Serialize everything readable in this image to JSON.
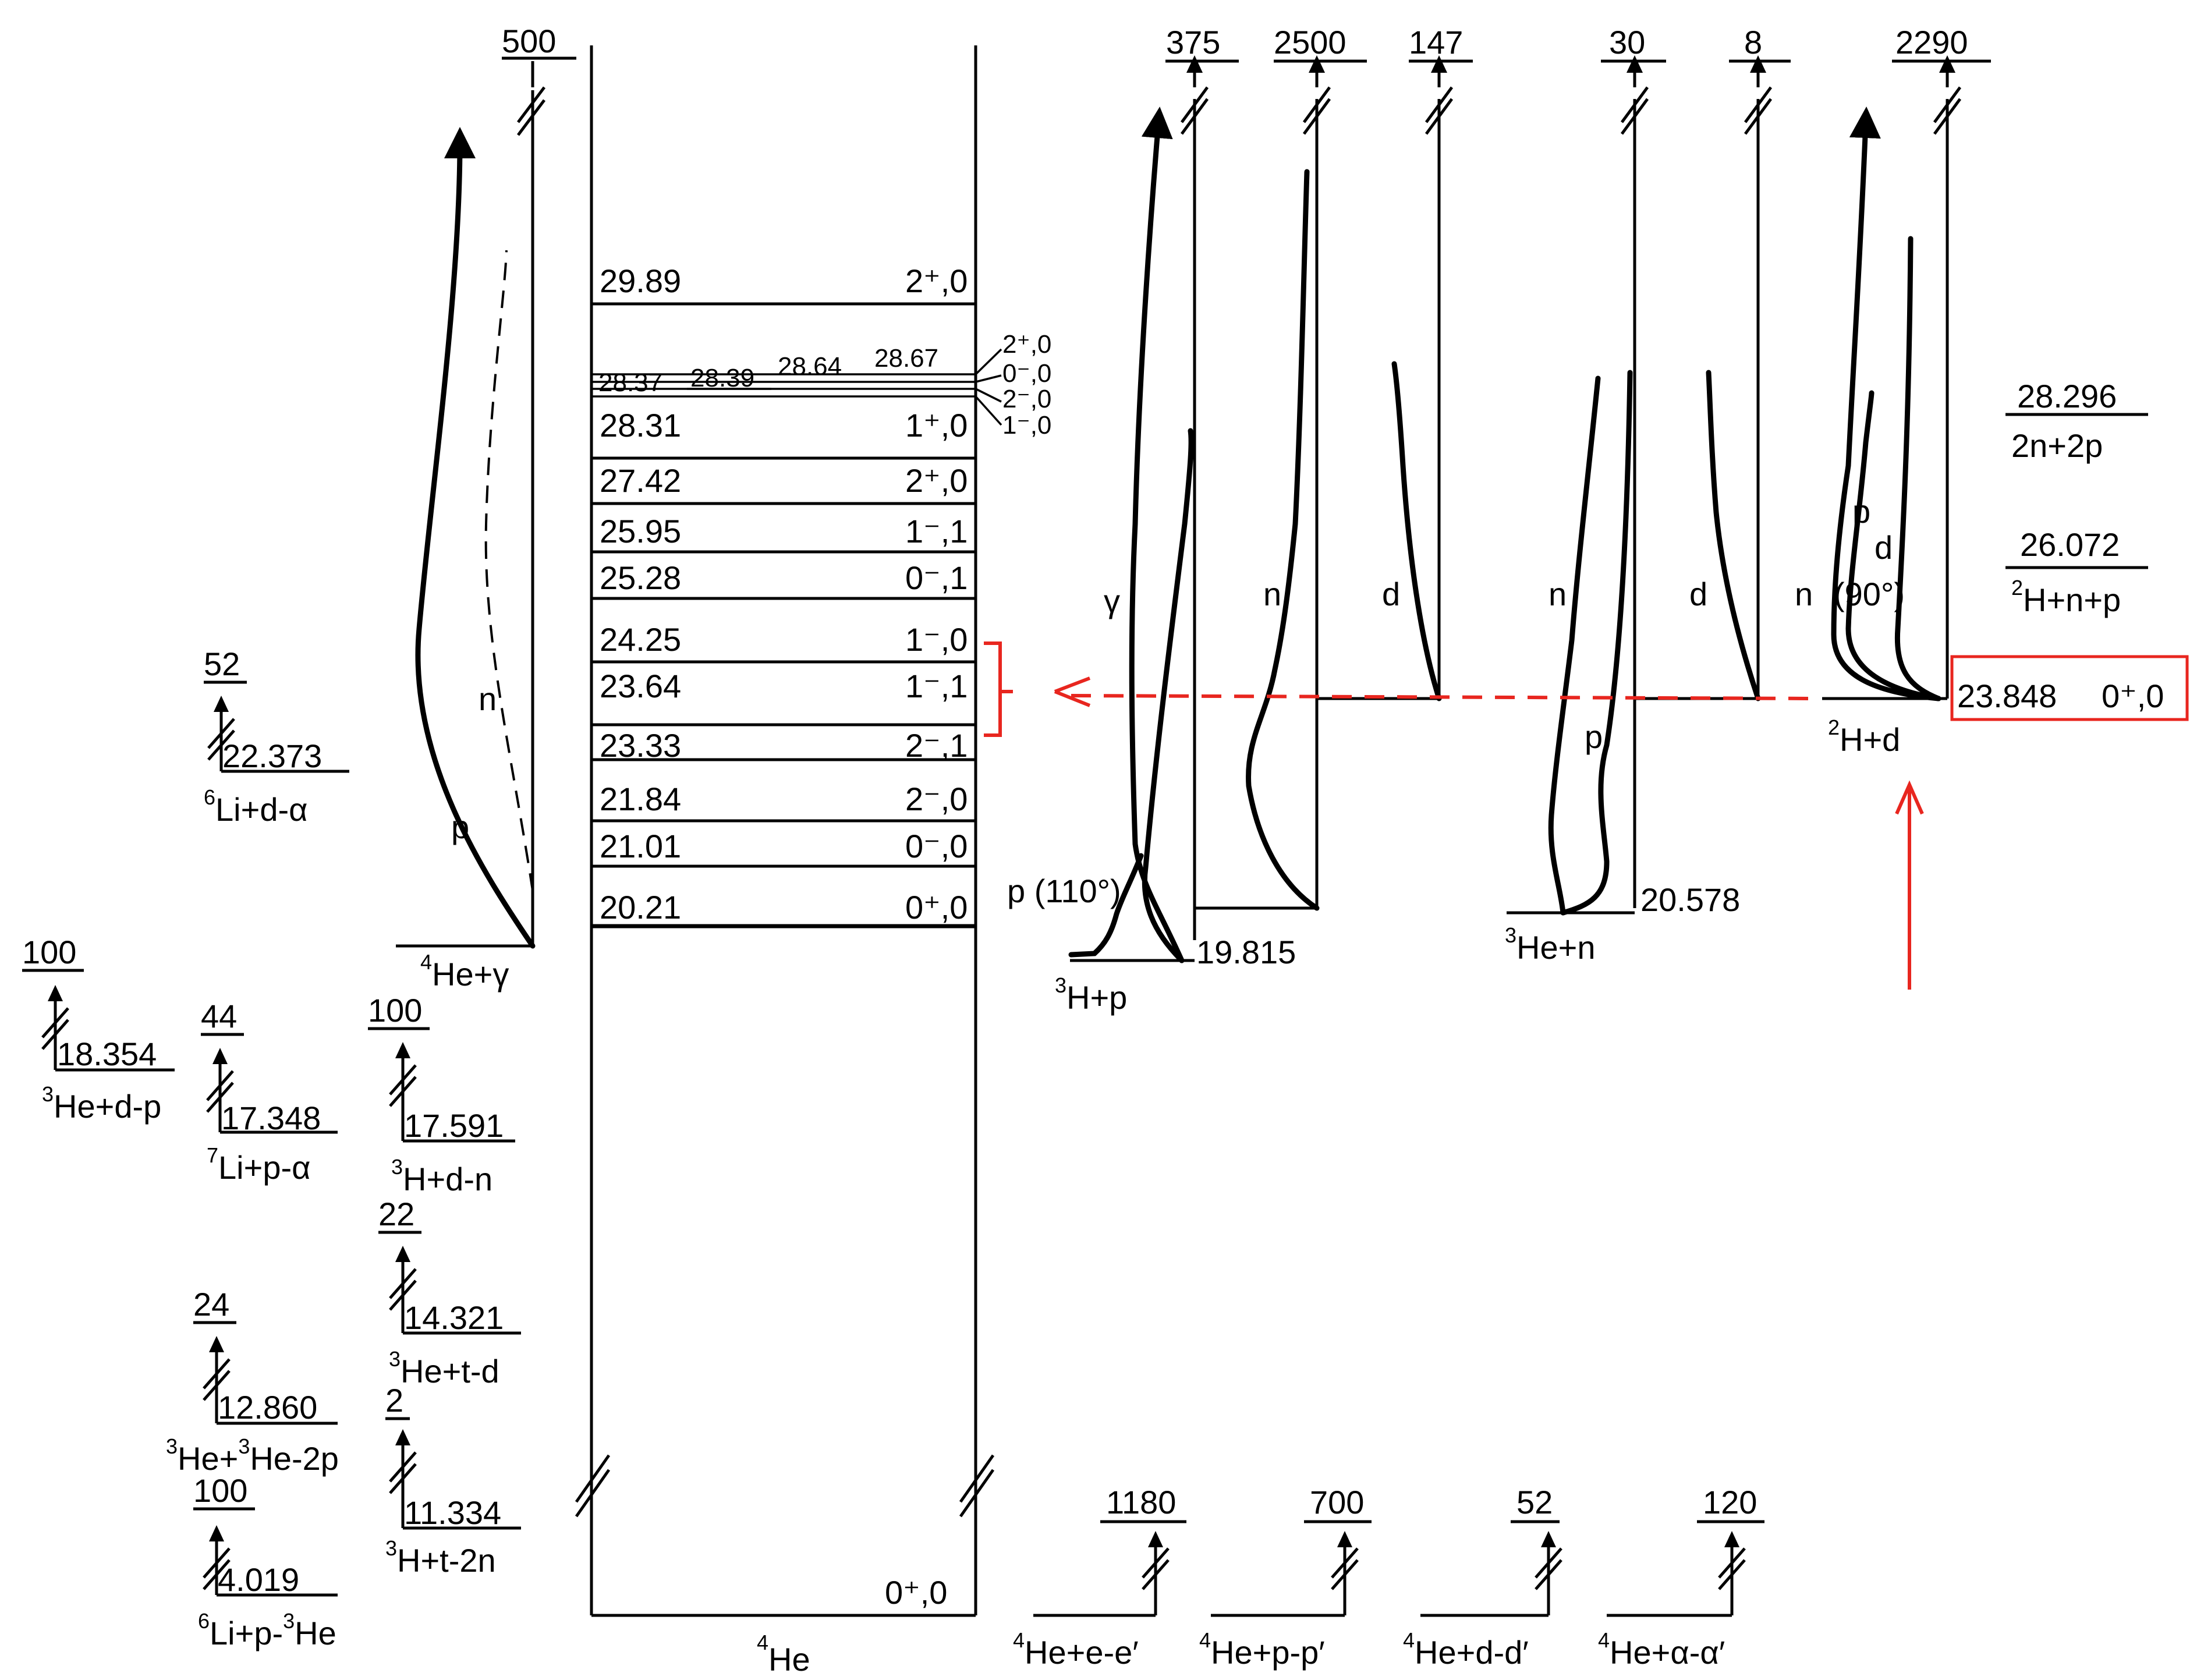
{
  "nucleus": {
    "symbol_mass": "4",
    "symbol": "He"
  },
  "ground_state": {
    "jpi": "0⁺,0"
  },
  "levels": [
    {
      "energy": "29.89",
      "jpi": "2⁺,0"
    },
    {
      "energy": "28.31",
      "jpi": "1⁺,0"
    },
    {
      "energy": "27.42",
      "jpi": "2⁺,0"
    },
    {
      "energy": "25.95",
      "jpi": "1⁻,1"
    },
    {
      "energy": "25.28",
      "jpi": "0⁻,1"
    },
    {
      "energy": "24.25",
      "jpi": "1⁻,0"
    },
    {
      "energy": "23.64",
      "jpi": "1⁻,1"
    },
    {
      "energy": "23.33",
      "jpi": "2⁻,1"
    },
    {
      "energy": "21.84",
      "jpi": "2⁻,0"
    },
    {
      "energy": "21.01",
      "jpi": "0⁻,0"
    },
    {
      "energy": "20.21",
      "jpi": "0⁺,0"
    }
  ],
  "cluster": {
    "energies": [
      "28.37",
      "28.39",
      "28.64",
      "28.67"
    ],
    "jpi": [
      "2⁺,0",
      "0⁻,0",
      "2⁻,0",
      "1⁻,0"
    ]
  },
  "left_thresholds": [
    {
      "count": "500"
    },
    {
      "count": "52",
      "energy": "22.373",
      "mass": "6",
      "reaction": "Li+d-α"
    },
    {
      "count": "100",
      "energy": "18.354",
      "mass": "3",
      "reaction": "He+d-p"
    },
    {
      "count": "44",
      "energy": "17.348",
      "mass": "7",
      "reaction": "Li+p-α"
    },
    {
      "count": "100",
      "energy": "17.591",
      "mass": "3",
      "reaction": "H+d-n"
    },
    {
      "count": "22",
      "energy": "14.321",
      "mass": "3",
      "reaction": "He+t-d"
    },
    {
      "count": "24",
      "energy": "12.860",
      "mass": "3",
      "reaction": "He+",
      "mass2": "3",
      "reaction2": "He-2p"
    },
    {
      "count": "2",
      "energy": "11.334",
      "mass": "3",
      "reaction": "H+t-2n"
    },
    {
      "count": "100",
      "energy": "4.019",
      "mass": "6",
      "reaction": "Li+p-",
      "mass2": "3",
      "reaction2": "He"
    }
  ],
  "gamma_channel": {
    "mass": "4",
    "reaction": "He+γ",
    "labels": [
      "n",
      "p"
    ]
  },
  "top_counts": [
    "375",
    "2500",
    "147",
    "30",
    "8",
    "2290"
  ],
  "h3p_channel": {
    "energy": "19.815",
    "mass": "3",
    "reaction": "H+p",
    "labels": [
      "γ",
      "p (110°)",
      "n",
      "d"
    ]
  },
  "he3n_channel": {
    "energy": "20.578",
    "mass": "3",
    "reaction": "He+n",
    "labels": [
      "n",
      "p",
      "d"
    ]
  },
  "dd_channel": {
    "energy": "23.848",
    "jpi": "0⁺,0",
    "mass": "2",
    "reaction": "H+d",
    "labels": [
      "n",
      "p",
      "d",
      "(90°)"
    ]
  },
  "right_thresholds": [
    {
      "energy": "28.296",
      "reaction": "2n+2p"
    },
    {
      "energy": "26.072",
      "mass": "2",
      "reaction": "H+n+p"
    }
  ],
  "bottom_reactions": [
    {
      "count": "1180",
      "mass": "4",
      "reaction": "He+e-e′"
    },
    {
      "count": "700",
      "mass": "4",
      "reaction": "He+p-p′"
    },
    {
      "count": "52",
      "mass": "4",
      "reaction": "He+d-d′"
    },
    {
      "count": "120",
      "mass": "4",
      "reaction": "He+α-α′"
    }
  ],
  "colors": {
    "highlight": "#e8261f",
    "ink": "#000000"
  }
}
